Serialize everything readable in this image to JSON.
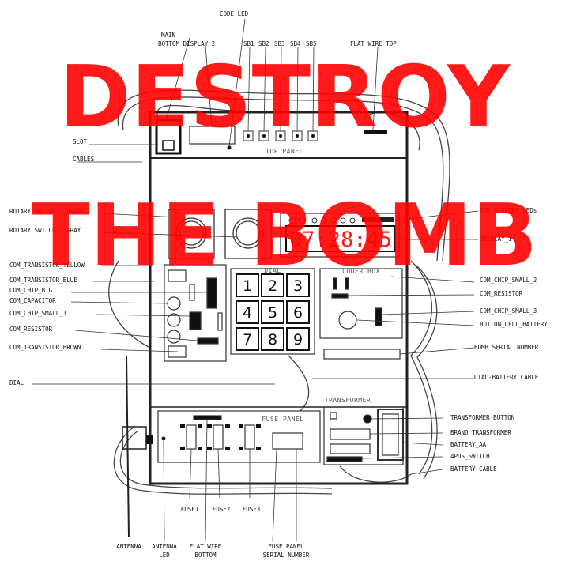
{
  "title": {
    "line1": "DESTROY",
    "line2": "THE BOMB",
    "color": "#ff0000"
  },
  "display": {
    "time": "07:28:45",
    "color": "#ff1a1a"
  },
  "keypad": [
    "1",
    "2",
    "3",
    "4",
    "5",
    "6",
    "7",
    "8",
    "9"
  ],
  "panels": {
    "top": "TOP PANEL",
    "dial": "DIAL",
    "coder": "CODER BOX",
    "transformer": "TRANSFORMER",
    "fuse": "FUSE PANEL"
  },
  "labels": {
    "code_led": "CODE LED",
    "main": "MAIN",
    "bottom_display_2": "BOTTOM DISPLAY_2",
    "sb1": "SB1",
    "sb2": "SB2",
    "sb3": "SB3",
    "sb4": "SB4",
    "sb5": "SB5",
    "flat_wire_top": "FLAT WIRE TOP",
    "slot": "SLOT",
    "cables": "CABLES",
    "rotary_brown": "ROTARY SWITCH - BROWN",
    "rotary_gray": "ROTARY SWITCH - GRAY",
    "red_green_leds": "RED & GREEN LEDs",
    "display_1": "DISPLAY_1",
    "com_transistor_yellow": "COM_TRANSISTOR_YELLOW",
    "com_transistor_blue": "COM_TRANSISTOR_BLUE",
    "com_chip_big": "COM_CHIP_BIG",
    "com_capacitor": "COM_CAPACITOR",
    "com_chip_small_1": "COM_CHIP_SMALL_1",
    "com_resistor_left": "COM_RESISTOR",
    "com_transistor_brown": "COM_TRANSISTOR_BROWN",
    "dial_label": "DIAL",
    "com_chip_small_2": "COM_CHIP_SMALL_2",
    "com_resistor_right": "COM_RESISTOR",
    "com_chip_small_3": "COM_CHIP_SMALL_3",
    "button_cell_battery": "BUTTON_CELL_BATTERY",
    "bomb_serial_number": "BOMB SERIAL NUMBER",
    "dial_battery_cable": "DIAL-BATTERY CABLE",
    "transformer_button": "TRANSFORMER BUTTON",
    "brand_transformer": "BRAND TRANSFORMER",
    "battery_aa": "BATTERY_AA",
    "pos_switch": "4POS_SWITCH",
    "battery_cable": "BATTERY CABLE",
    "fuse1": "FUSE1",
    "fuse2": "FUSE2",
    "fuse3": "FUSE3",
    "antenna": "ANTENNA",
    "antenna_led_1": "ANTENNA",
    "antenna_led_2": "LED",
    "flat_wire_bottom_1": "FLAT WIRE",
    "flat_wire_bottom_2": "BOTTOM",
    "fuse_panel_serial_1": "FUSE PANEL",
    "fuse_panel_serial_2": "SERIAL NUMBER"
  }
}
